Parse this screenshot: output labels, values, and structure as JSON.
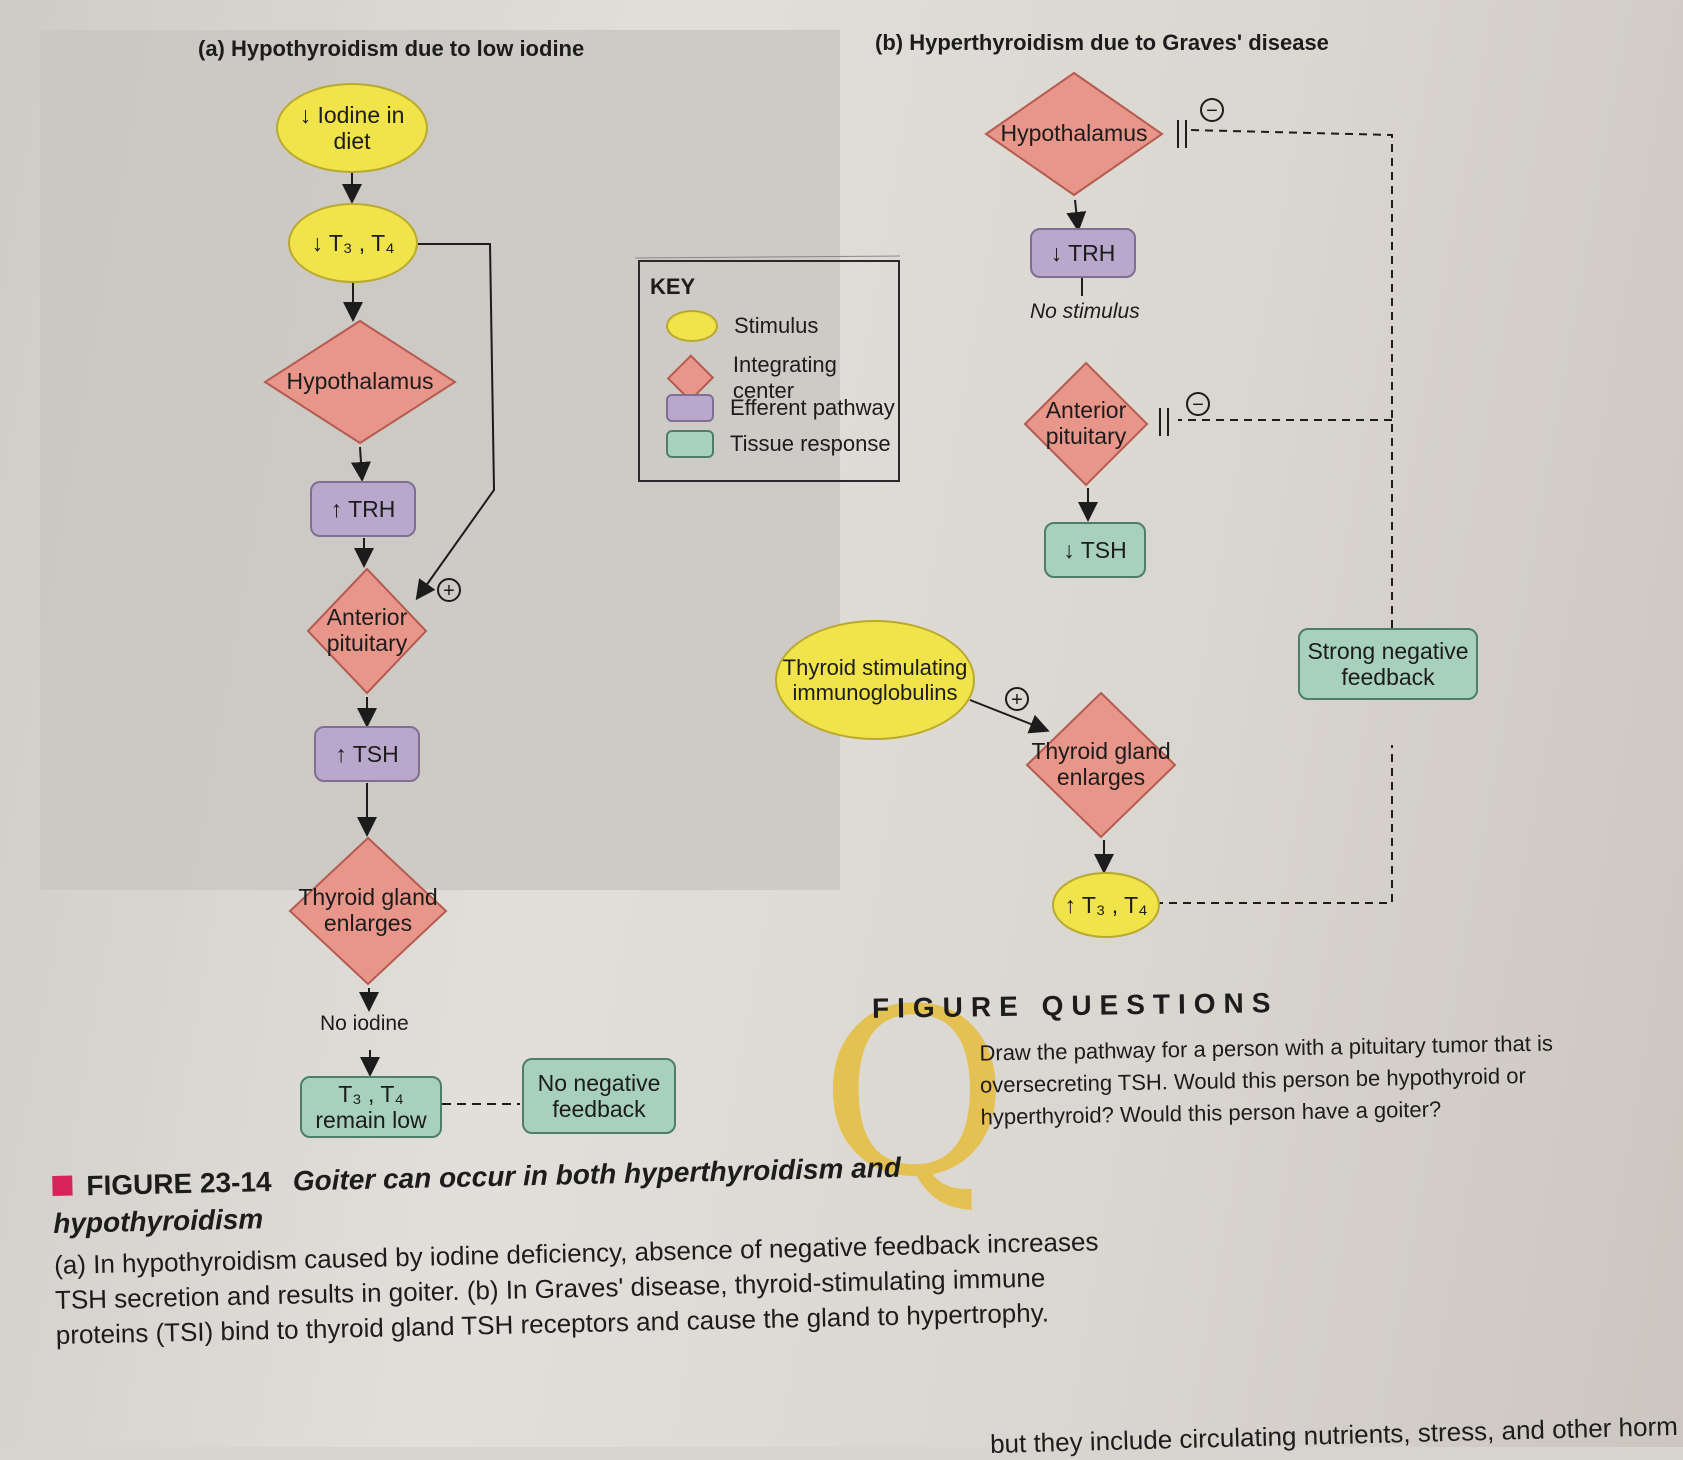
{
  "panel_a": {
    "title": "(a) Hypothyroidism due to low iodine",
    "iodine": "↓ Iodine in diet",
    "t3t4": "↓ T₃ , T₄",
    "hypothalamus": "Hypothalamus",
    "trh": "↑ TRH",
    "anterior_pituitary": "Anterior pituitary",
    "tsh": "↑ TSH",
    "thyroid": "Thyroid gland enlarges",
    "no_iodine": "No iodine",
    "t3t4_low": "T₃ , T₄ remain low",
    "no_negative_feedback": "No negative feedback",
    "plus_sign": "+"
  },
  "panel_b": {
    "title": "(b) Hyperthyroidism due to Graves' disease",
    "hypothalamus": "Hypothalamus",
    "trh": "↓ TRH",
    "no_stimulus": "No stimulus",
    "anterior_pituitary": "Anterior pituitary",
    "tsh": "↓ TSH",
    "tsi": "Thyroid stimulating immunoglobulins",
    "thyroid": "Thyroid gland enlarges",
    "t3t4": "↑ T₃ , T₄",
    "strong_feedback": "Strong negative feedback",
    "minus_sign": "−",
    "plus_sign": "+"
  },
  "key": {
    "title": "KEY",
    "items": [
      "Stimulus",
      "Integrating center",
      "Efferent pathway",
      "Tissue response"
    ]
  },
  "figure_questions": {
    "title": "FIGURE QUESTIONS",
    "q_letter": "Q",
    "body": "Draw the pathway for a person with a pituitary tumor that is oversecreting TSH. Would this person be hypothyroid or hyperthyroid? Would this person have a goiter?"
  },
  "caption": {
    "figure_number": "FIGURE 23-14",
    "heading": "Goiter can occur in both hyperthyroidism and hypothyroidism",
    "body": "(a) In hypothyroidism caused by iodine deficiency, absence of negative feedback increases TSH secretion and results in goiter. (b) In Graves' disease, thyroid-stimulating immune proteins (TSI) bind to thyroid gland TSH receptors and cause the gland to hypertrophy."
  },
  "page_bottom_text": "but they include circulating nutrients, stress, and other horm",
  "colors": {
    "stimulus": "#f1e34a",
    "integrating_center": "#e8958a",
    "efferent": "#b9a8cc",
    "tissue": "#a8d1bd",
    "accent": "#d6245a"
  }
}
